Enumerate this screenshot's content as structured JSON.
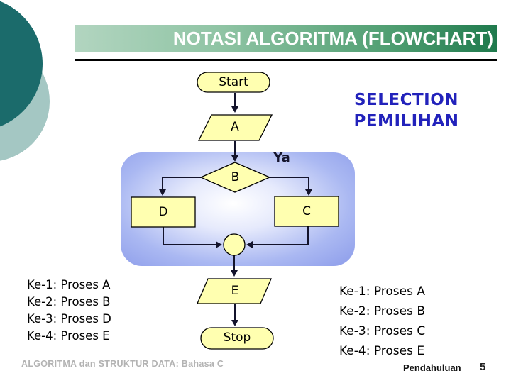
{
  "header": {
    "title": "NOTASI ALGORITMA (FLOWCHART)"
  },
  "subtitle": {
    "line1": "SELECTION",
    "line2": "PEMILIHAN"
  },
  "flowchart": {
    "start": "Start",
    "input_a": "A",
    "decision_b": "B",
    "branch_yes": "Ya",
    "process_d": "D",
    "process_c": "C",
    "output_e": "E",
    "stop": "Stop"
  },
  "trace_left": {
    "line1": "Ke-1: Proses A",
    "line2": "Ke-2: Proses B",
    "line3": "Ke-3: Proses D",
    "line4": "Ke-4: Proses E"
  },
  "trace_right": {
    "line1": "Ke-1: Proses A",
    "line2": "Ke-2: Proses B",
    "line3": "Ke-3: Proses C",
    "line4": "Ke-4: Proses E"
  },
  "footer": {
    "left": "ALGORITMA dan STRUKTUR DATA: Bahasa C",
    "section": "Pendahuluan",
    "page": "5"
  },
  "colors": {
    "title_gradient_start": "#b2d5c0",
    "title_gradient_end": "#1f7a4d",
    "subtitle_text": "#2222bb",
    "shape_fill": "#ffffb0",
    "container_edge": "#8c9cea",
    "decoration_dark_teal": "#1b6b6b",
    "decoration_light_teal": "#a4c7c3",
    "footer_left_gray": "#b3b3b3"
  }
}
